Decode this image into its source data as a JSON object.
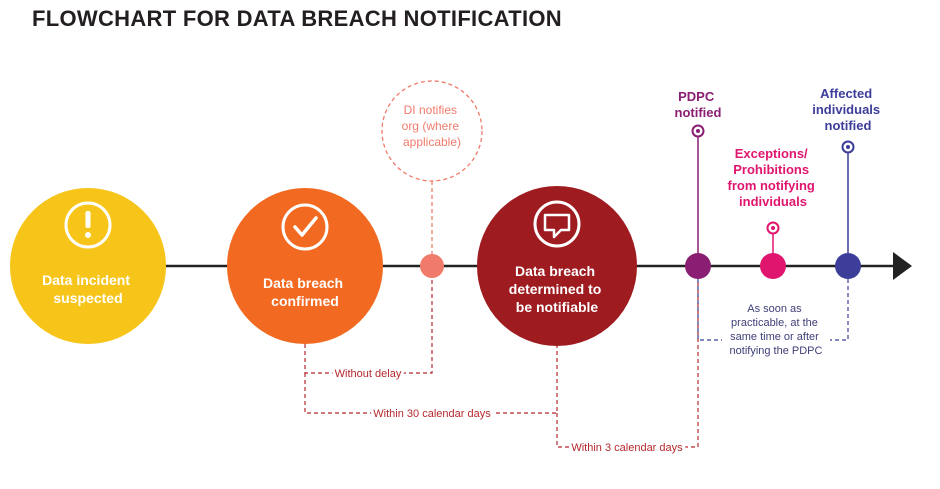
{
  "title": "FLOWCHART FOR DATA BREACH NOTIFICATION",
  "colors": {
    "incident": "#f7c51a",
    "confirmed": "#f26a21",
    "notifiable": "#9e1b20",
    "dot_salmon": "#f07b6b",
    "pdpc": "#8a1e72",
    "exceptions": "#e0166e",
    "affected": "#3d3d9a",
    "line": "#222222",
    "timing_text": "#b5282e",
    "note_text": "#40407a"
  },
  "stages": [
    {
      "id": "incident",
      "label_lines": [
        "Data incident",
        "suspected"
      ],
      "icon": "exclamation-icon"
    },
    {
      "id": "confirmed",
      "label_lines": [
        "Data breach",
        "confirmed"
      ],
      "icon": "checkmark-icon"
    },
    {
      "id": "notifiable",
      "label_lines": [
        "Data breach",
        "determined to",
        "be notifiable"
      ],
      "icon": "speech-bubble-icon"
    }
  ],
  "events": {
    "di_notifies": [
      "DI notifies",
      "org (where",
      "applicable)"
    ],
    "pdpc": [
      "PDPC",
      "notified"
    ],
    "exceptions": [
      "Exceptions/",
      "Prohibitions",
      "from notifying",
      "individuals"
    ],
    "affected": [
      "Affected",
      "individuals",
      "notified"
    ]
  },
  "timings": {
    "without_delay": "Without delay",
    "within_30": "Within 30 calendar days",
    "within_3": "Within 3 calendar days"
  },
  "note_lines": [
    "As soon as",
    "practicable, at the",
    "same time or after",
    "notifying the PDPC"
  ]
}
